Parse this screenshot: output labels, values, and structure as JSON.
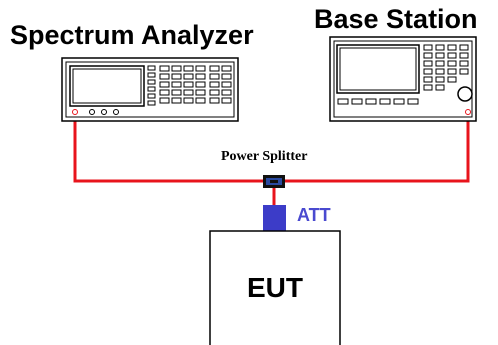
{
  "labels": {
    "spectrum_analyzer": "Spectrum Analyzer",
    "base_station": "Base Station",
    "power_splitter": "Power Splitter",
    "attenuator": "ATT",
    "eut": "EUT"
  },
  "colors": {
    "cable": "#e8141c",
    "attenuator": "#3c3cc8",
    "splitter": "#111111",
    "splitter_accent": "#2a4aa0",
    "instrument_outline": "#000000",
    "instrument_fill": "#ffffff"
  }
}
